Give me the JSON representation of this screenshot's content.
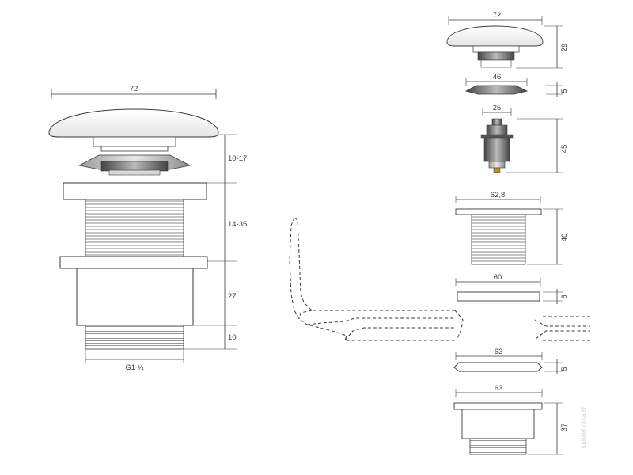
{
  "assembled": {
    "width_label": "72",
    "heights": [
      "10-17",
      "14-35",
      "27",
      "10"
    ],
    "thread_label": "G1 ¼"
  },
  "exploded": [
    {
      "part": "cap",
      "width_label": "72",
      "height_label": "29"
    },
    {
      "part": "gasket",
      "width_label": "46",
      "height_label": "5"
    },
    {
      "part": "spindle",
      "width_label": "25",
      "height_label": "45"
    },
    {
      "part": "threaded-flange",
      "width_label": "62,8",
      "height_label": "40"
    },
    {
      "part": "seal-ring",
      "width_label": "60",
      "height_label": "6"
    },
    {
      "part": "lower-washer",
      "width_label": "63",
      "height_label": "5"
    },
    {
      "part": "lower-body",
      "width_label": "63",
      "height_label": "37"
    }
  ],
  "watermark": "santehnika.rf",
  "colors": {
    "line": "#3a3a3a",
    "thread": "#6a6a6a",
    "metal": "#f4f4f4",
    "brass": "#c08a2e"
  }
}
